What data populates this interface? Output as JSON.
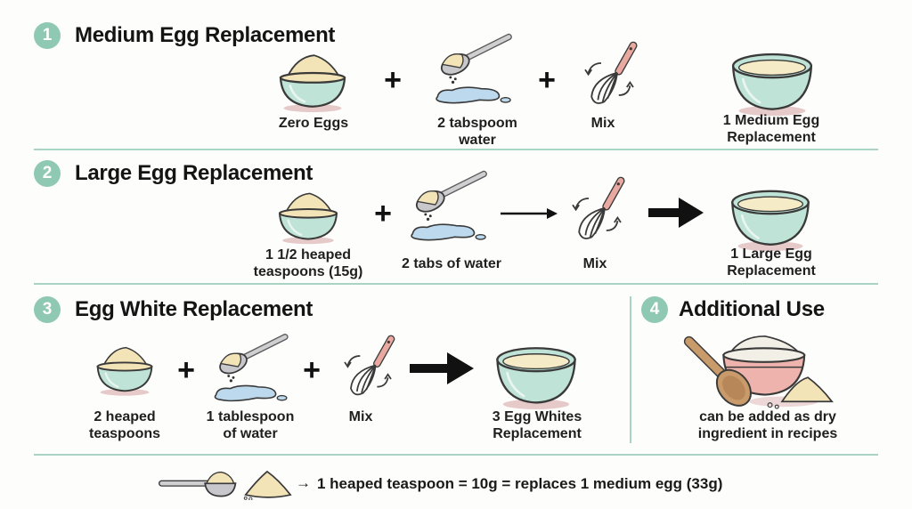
{
  "colors": {
    "badge": "#8fc9b4",
    "divider": "#a8d3c5",
    "bowl_green": "#bfe3d6",
    "powder": "#f3e4b8",
    "water": "#bcd9ee",
    "whisk_handle": "#e9a9a0",
    "pink_bowl": "#efb3ad",
    "wood": "#c99a6a"
  },
  "sections": [
    {
      "number": "1",
      "title": "Medium Egg Replacement",
      "steps": [
        {
          "icon": "powder-bowl-icon",
          "label_lines": [
            "Zero Eggs"
          ]
        },
        {
          "operator": "+"
        },
        {
          "icon": "spoon-water-icon",
          "label_lines": [
            "2 tabspoom",
            "water"
          ]
        },
        {
          "operator": "+"
        },
        {
          "icon": "whisk-icon",
          "label_lines": [
            "Mix"
          ]
        },
        {
          "icon": "mixture-bowl-icon",
          "label_lines": [
            "1 Medium Egg",
            "Replacement"
          ]
        }
      ]
    },
    {
      "number": "2",
      "title": "Large Egg Replacement",
      "steps": [
        {
          "icon": "powder-bowl-icon",
          "label_lines": [
            "1 1/2 heaped",
            "teaspoons (15g)"
          ]
        },
        {
          "operator": "+"
        },
        {
          "icon": "spoon-water-icon",
          "label_lines": [
            "2 tabs of water"
          ]
        },
        {
          "operator": "thin-arrow"
        },
        {
          "icon": "whisk-icon",
          "label_lines": [
            "Mix"
          ]
        },
        {
          "operator": "bold-arrow"
        },
        {
          "icon": "mixture-bowl-icon",
          "label_lines": [
            "1 Large Egg",
            "Replacement"
          ]
        }
      ]
    },
    {
      "number": "3",
      "title": "Egg White Replacement",
      "steps": [
        {
          "icon": "powder-bowl-icon",
          "label_lines": [
            "2 heaped",
            "teaspoons"
          ]
        },
        {
          "operator": "+"
        },
        {
          "icon": "spoon-water-icon",
          "label_lines": [
            "1 tablespoon",
            "of water"
          ]
        },
        {
          "operator": "+"
        },
        {
          "icon": "whisk-icon",
          "label_lines": [
            "Mix"
          ]
        },
        {
          "operator": "bold-arrow"
        },
        {
          "icon": "mixture-bowl-icon",
          "label_lines": [
            "3 Egg Whites",
            "Replacement"
          ]
        }
      ]
    },
    {
      "number": "4",
      "title": "Additional Use",
      "steps": [
        {
          "icon": "baking-bowl-spoon-icon",
          "label_lines": [
            "can be added as dry",
            "ingredient in recipes"
          ]
        }
      ]
    }
  ],
  "footer": {
    "icons": [
      "teaspoon-powder-icon",
      "powder-pile-icon"
    ],
    "arrow": "→",
    "text": "1 heaped teaspoon = 10g = replaces 1 medium egg (33g)"
  }
}
